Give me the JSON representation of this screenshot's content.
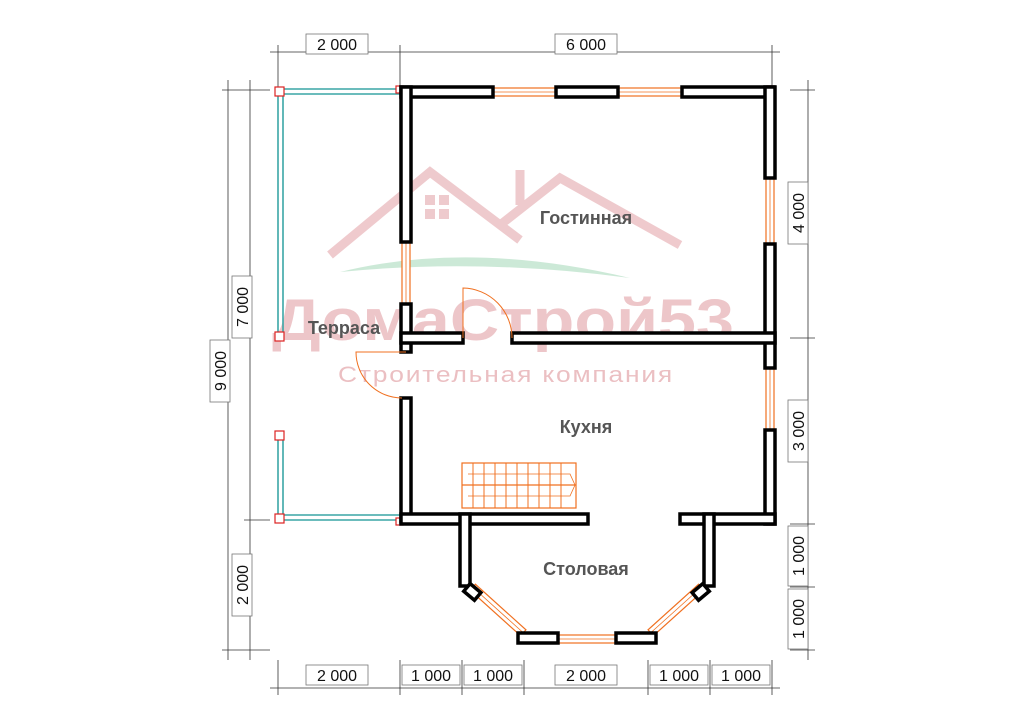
{
  "watermark": {
    "brand": "ДомаСтрой53",
    "tagline": "Строительная компания"
  },
  "rooms": {
    "living": "Гостинная",
    "kitchen": "Кухня",
    "dining": "Столовая",
    "terrace": "Терраса"
  },
  "dimensions": {
    "top_left": "2 000",
    "top_right": "6 000",
    "left_total": "9 000",
    "left_upper": "7 000",
    "left_lower": "2 000",
    "right_upper": "4 000",
    "right_middle": "3 000",
    "right_lower_1": "1 000",
    "right_lower_2": "1 000",
    "bottom": [
      "2 000",
      "1 000",
      "1 000",
      "2 000",
      "1 000",
      "1 000"
    ]
  },
  "colors": {
    "wall": "#000000",
    "window": "#f07020",
    "railing": "#3aa6a6",
    "post": "#dd2222",
    "watermark": "#e8b4b8"
  }
}
